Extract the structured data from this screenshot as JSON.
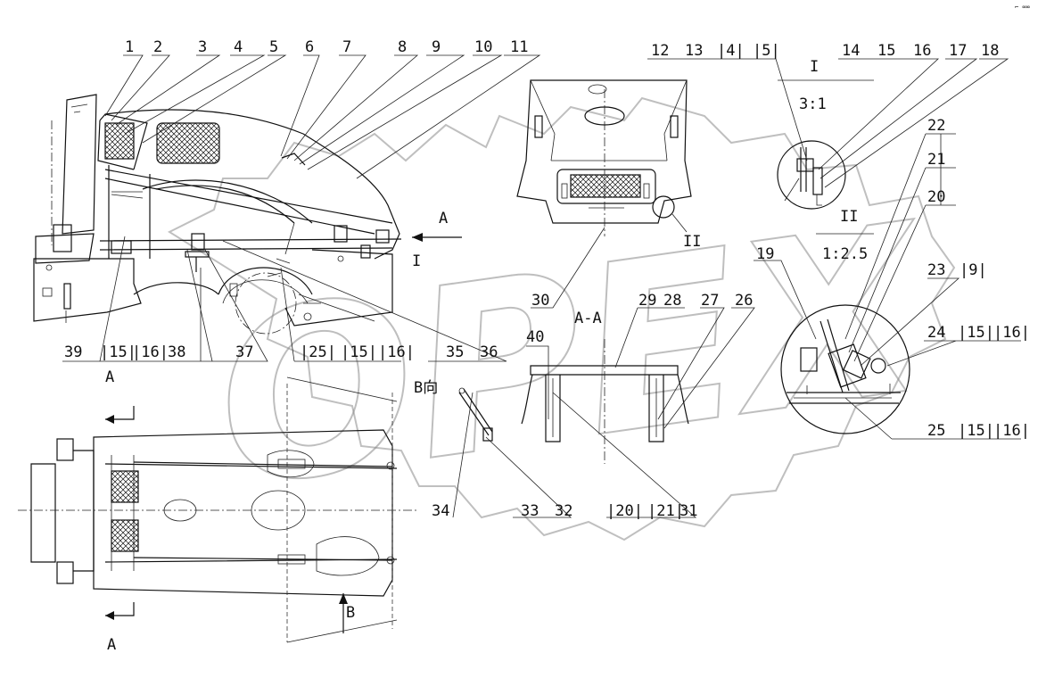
{
  "callouts": {
    "top_left": [
      "1",
      "2",
      "3",
      "4",
      "5",
      "6",
      "7",
      "8",
      "9",
      "10",
      "11"
    ],
    "bottom_left": [
      "39",
      "|15|",
      "|16|",
      "38",
      "37",
      "|25|",
      "|15|",
      "|16|",
      "35",
      "36"
    ],
    "detail_top": [
      "12",
      "13",
      "|4|",
      "|5|",
      "14",
      "15",
      "16",
      "17",
      "18"
    ],
    "right_column": [
      "22",
      "21",
      "20",
      "19",
      "23",
      "|9|",
      "24",
      "|15|",
      "|16|",
      "25",
      "|15|",
      "|16|"
    ],
    "middle": [
      "30",
      "29",
      "28",
      "27",
      "26",
      "40",
      "34",
      "33",
      "32",
      "|20|",
      "|21|",
      "31"
    ]
  },
  "view_labels": {
    "arrow_a_side": "A",
    "view_a_bottom": "A",
    "view_a_top": "A",
    "section_aa": "A-A",
    "view_b": "B向",
    "arrow_b": "B",
    "detail_i": "I",
    "detail_i_marker": "I",
    "detail_ii": "II",
    "detail_ii_marker": "II",
    "scale_i": "3:1",
    "scale_ii": "1:2.5"
  },
  "corner_mark": "⌐ ∞∞",
  "watermark": "OPEX",
  "colors": {
    "line": "#111111",
    "watermark": "#8a8a8a",
    "background": "#ffffff"
  }
}
